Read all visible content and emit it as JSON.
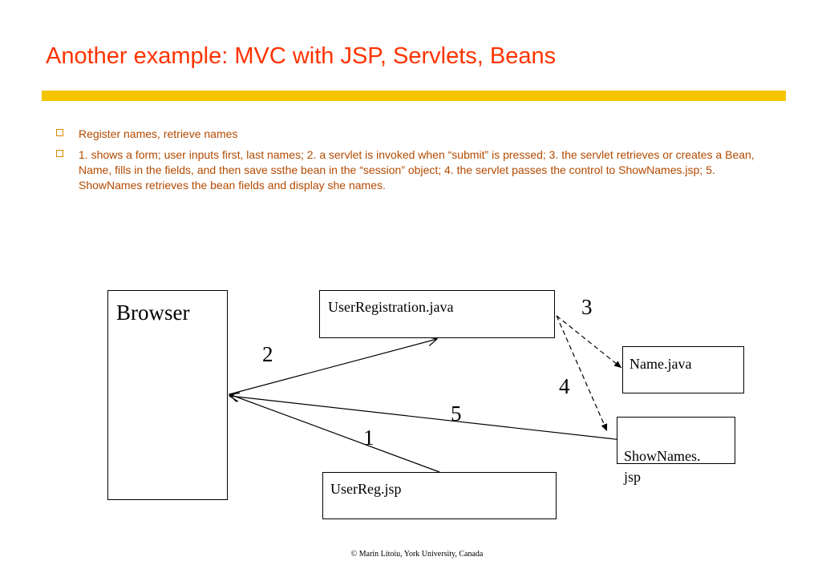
{
  "slide": {
    "title": "Another example:  MVC with JSP, Servlets, Beans",
    "bullets": [
      "Register names, retrieve names",
      "1. shows a form; user inputs first, last names; 2.  a servlet is invoked when “submit” is pressed; 3. the servlet  retrieves or creates a Bean, Name, fills in the fields, and then save ssthe bean in the “session” object; 4. the servlet passes the control to ShowNames.jsp; 5. ShowNames retrieves the bean fields and display she names."
    ],
    "footer": "©  Marin Litoiu, York University, Canada"
  },
  "diagram": {
    "nodes": {
      "browser": "Browser",
      "servlet": "UserRegistration.java",
      "bean": "Name.java",
      "shownames": "ShowNames.\njsp",
      "form": "UserReg.jsp"
    },
    "labels": [
      "1",
      "2",
      "3",
      "4",
      "5"
    ],
    "colors": {
      "title": "#ff3300",
      "bar": "#f5c400",
      "bullet_text": "#b34a00"
    }
  }
}
